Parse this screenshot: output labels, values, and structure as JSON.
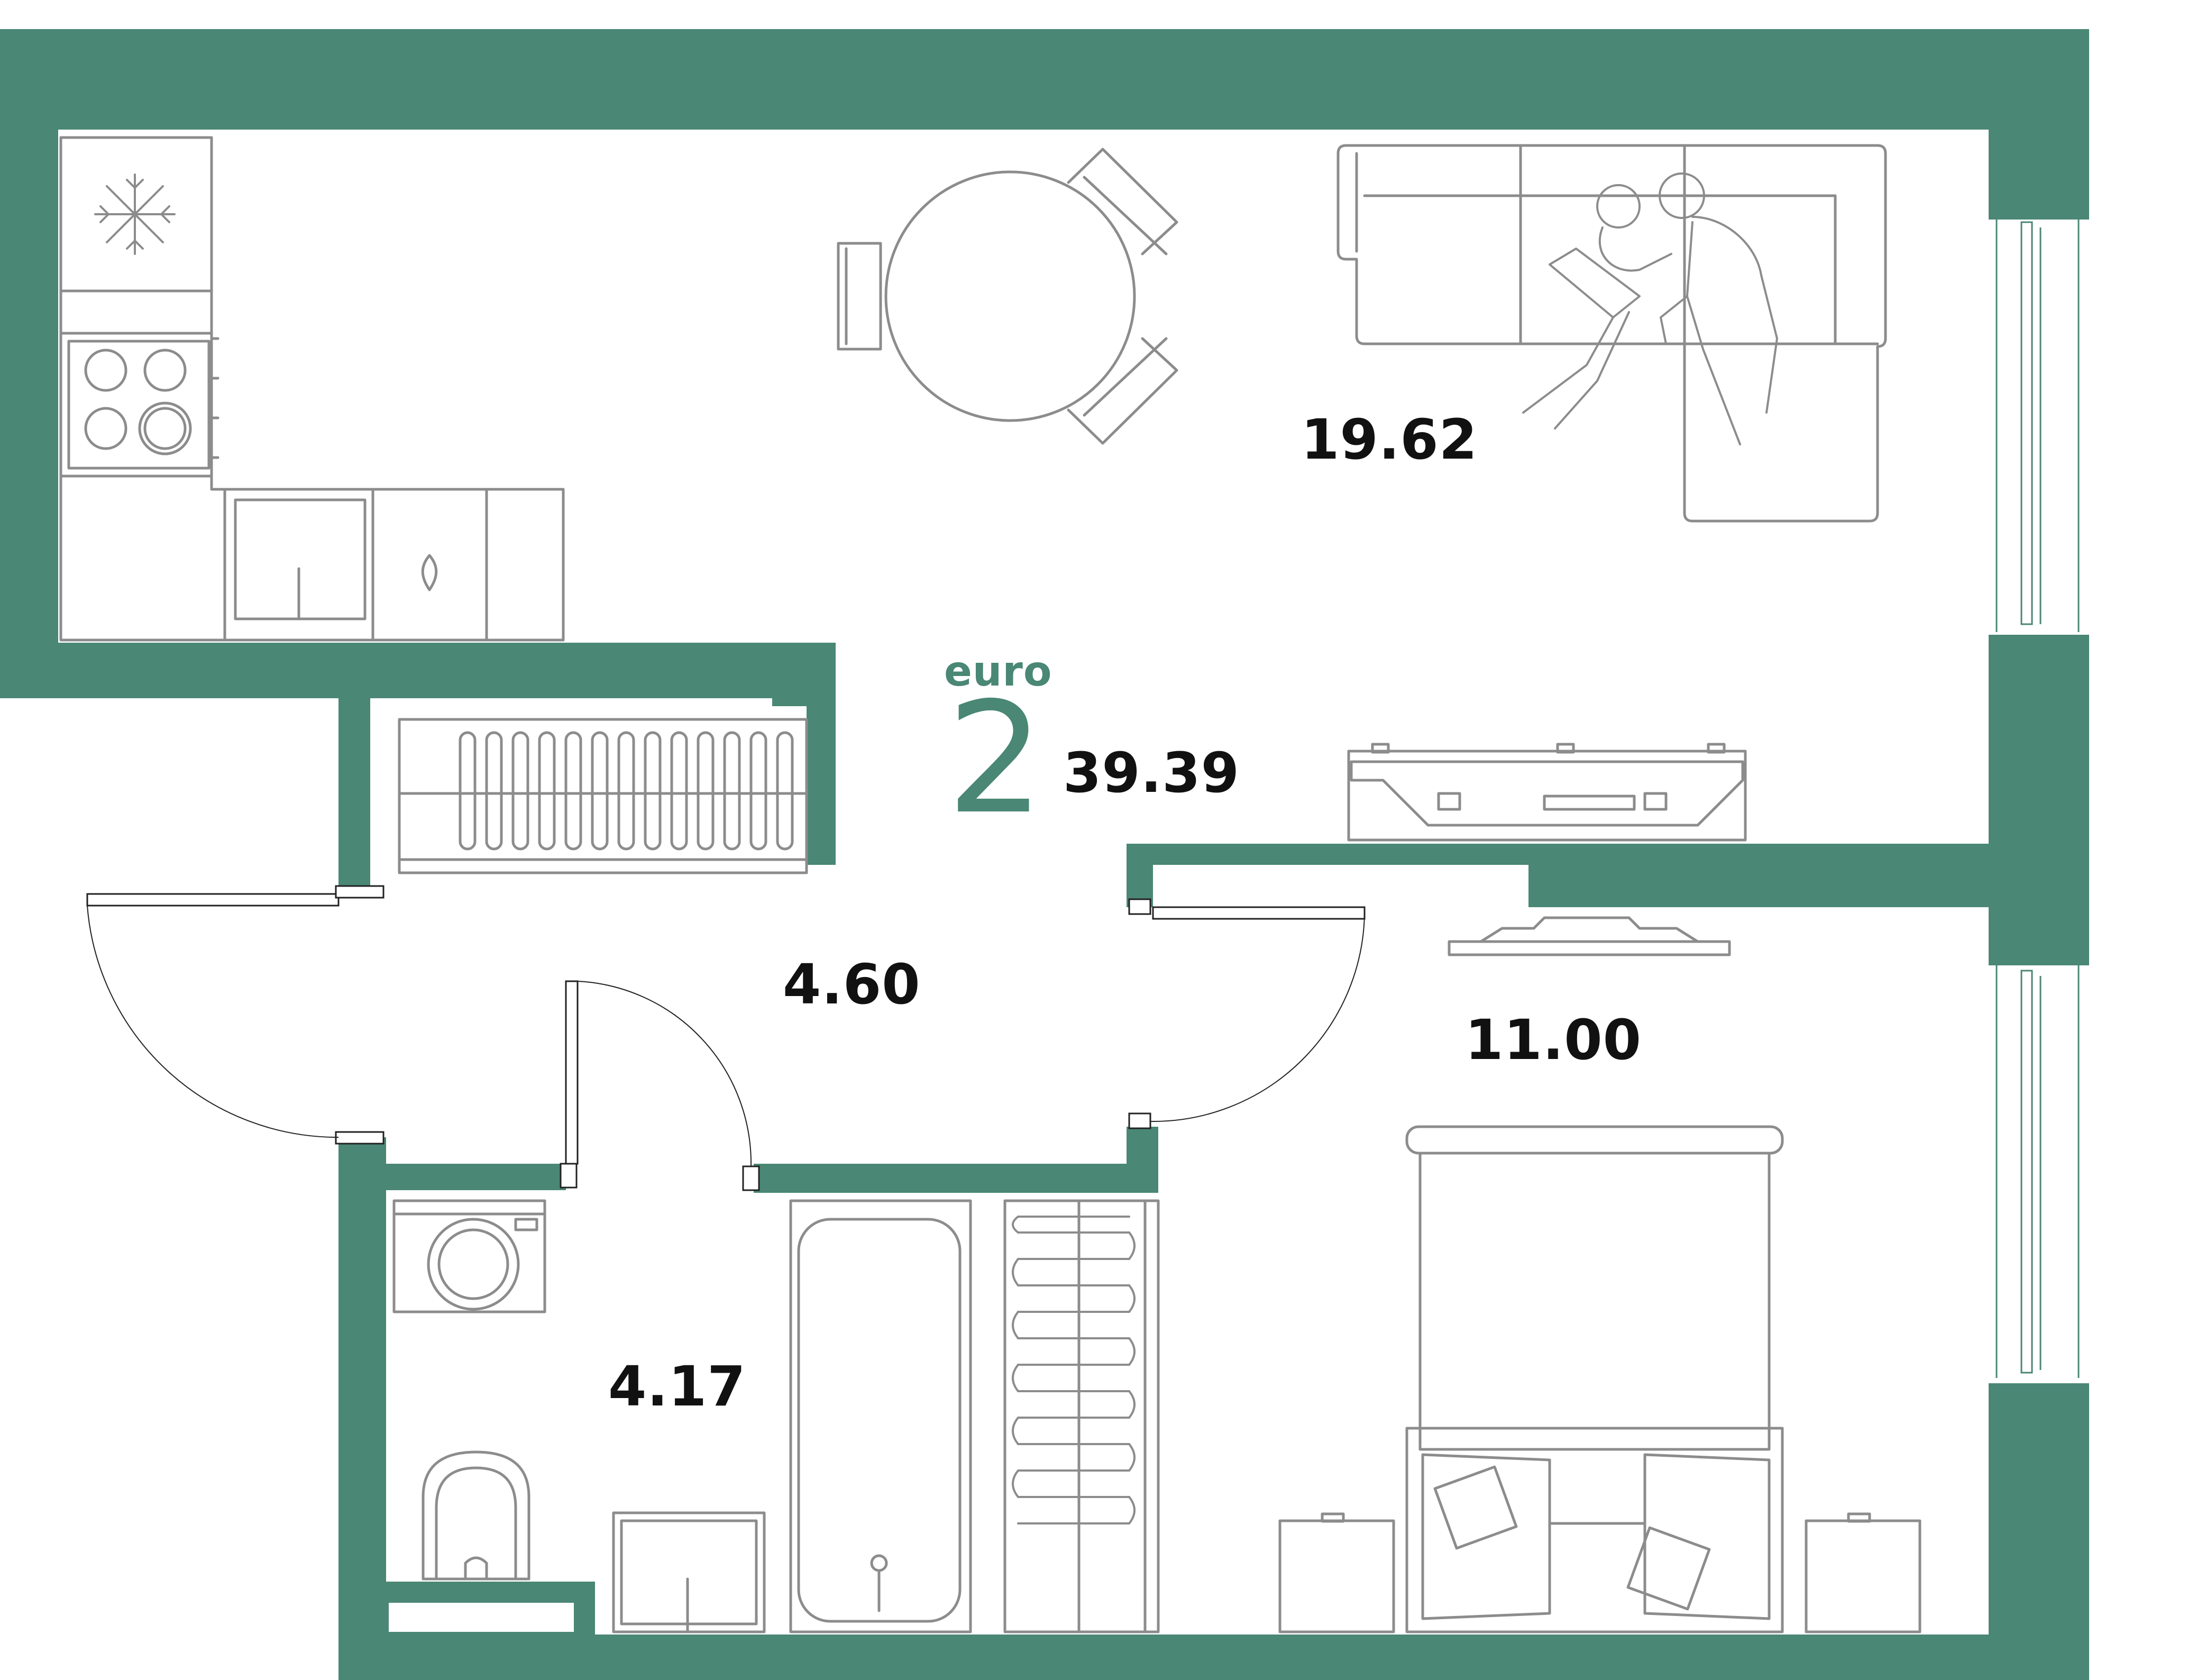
{
  "colors": {
    "wall": "#4a8775",
    "furniture_line": "#8c8c8c",
    "text": "#111111",
    "accent": "#4a8775"
  },
  "plan": {
    "type_label": "euro",
    "rooms_count": "2",
    "total_area": "39.39",
    "rooms": {
      "living": "19.62",
      "hall": "4.60",
      "bedroom": "11.00",
      "bathroom": "4.17"
    }
  }
}
